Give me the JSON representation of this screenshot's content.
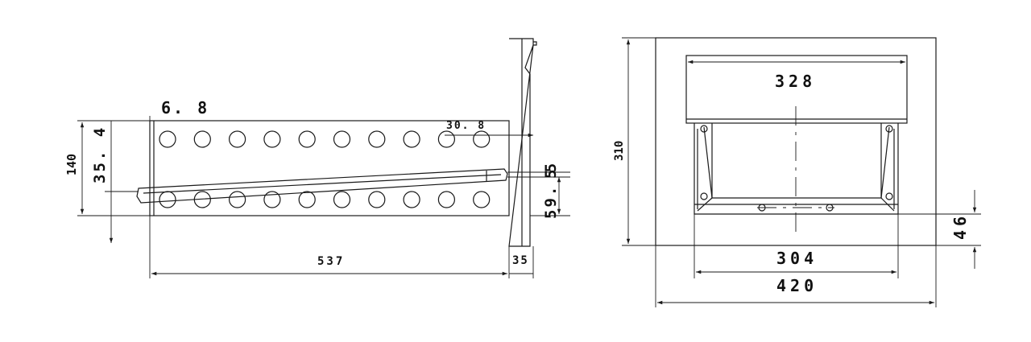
{
  "colors": {
    "line": "#1a1a1a",
    "background": "#ffffff"
  },
  "side_view": {
    "dims": {
      "d_6_8": "6. 8",
      "d_30_8": "30. 8",
      "d_140": "140",
      "d_35_4": "35. 4",
      "d_5": "5",
      "d_59_5": "59. 5",
      "d_537": "537",
      "d_35": "35"
    },
    "top_hole_count": 10,
    "bottom_hole_count": 10
  },
  "front_view": {
    "dims": {
      "d_328": "328",
      "d_310": "310",
      "d_304": "304",
      "d_420": "420",
      "d_46": "46"
    }
  }
}
